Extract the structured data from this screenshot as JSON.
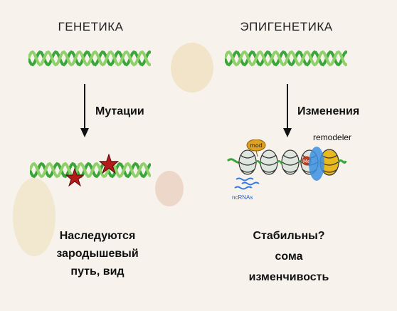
{
  "genetics": {
    "title": "ГЕНЕТИКА",
    "arrow_label": "Мутации",
    "outcome_lines": [
      "Наследуются",
      "зародышевый",
      "путь, вид"
    ]
  },
  "epigenetics": {
    "title": "ЭПИГЕНЕТИКА",
    "arrow_label": "Изменения",
    "remodeler_label": "remodeler",
    "mod_label": "mod",
    "me_label": "Me",
    "ncrna_label": "ncRNAs",
    "outcome_lines": [
      "Стабильны?",
      "сома",
      "изменчивость"
    ]
  },
  "colors": {
    "dna_strand": "#3aa53a",
    "dna_strand_light": "#8fd06a",
    "mutation_star": "#b31b1b",
    "remodeler_blue": "#3b8fe0",
    "histone_yellow": "#e8b820",
    "mod_orange": "#e0a020",
    "ncrna_blue": "#2f7be0"
  }
}
